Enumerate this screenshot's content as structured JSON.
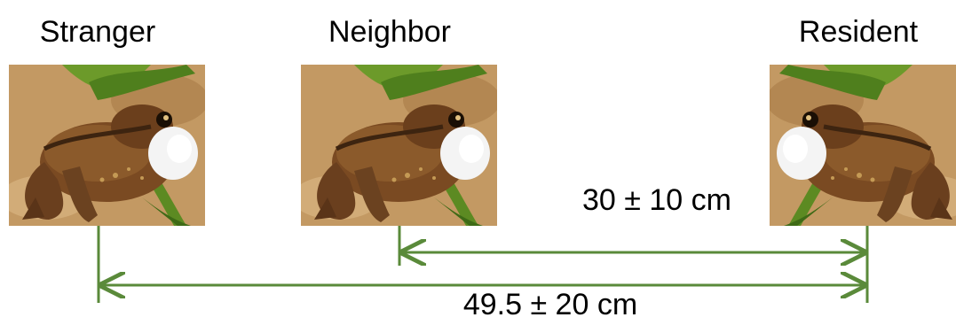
{
  "frogs": {
    "stranger": {
      "label": "Stranger",
      "image": "calling-frog-photo"
    },
    "neighbor": {
      "label": "Neighbor",
      "image": "calling-frog-photo"
    },
    "resident": {
      "label": "Resident",
      "image": "calling-frog-photo"
    }
  },
  "distances": {
    "neighbor_to_resident": "30 ± 10 cm",
    "stranger_to_resident": "49.5 ± 20 cm"
  },
  "colors": {
    "connector_line": "#5a8a3a",
    "text": "#000000"
  }
}
